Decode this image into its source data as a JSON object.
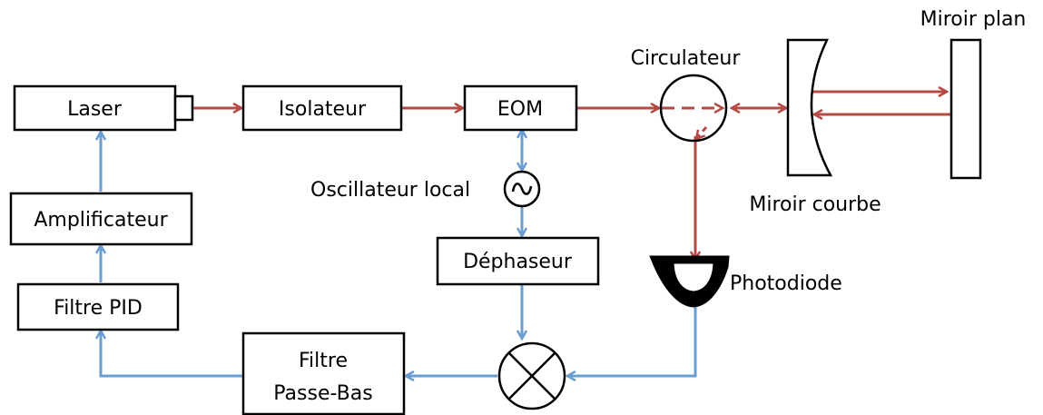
{
  "colors": {
    "optical_path": "#b54a44",
    "electronic_path": "#6a9dd1",
    "outline": "#000000"
  },
  "blocks": {
    "laser": "Laser",
    "isolateur": "Isolateur",
    "eom": "EOM",
    "amplificateur": "Amplificateur",
    "filtre_pid": "Filtre PID",
    "dephaseur": "Déphaseur",
    "filtre_passe_bas_line1": "Filtre",
    "filtre_passe_bas_line2": "Passe-Bas"
  },
  "labels": {
    "circulateur": "Circulateur",
    "oscillateur_local": "Oscillateur local",
    "miroir_plan": "Miroir plan",
    "miroir_courbe": "Miroir courbe",
    "photodiode": "Photodiode"
  },
  "icons": {
    "oscillator": "sine-wave-symbol",
    "mixer": "multiplier-cross-symbol",
    "circulator": "circle-symbol",
    "photodiode": "photodiode-symbol"
  }
}
